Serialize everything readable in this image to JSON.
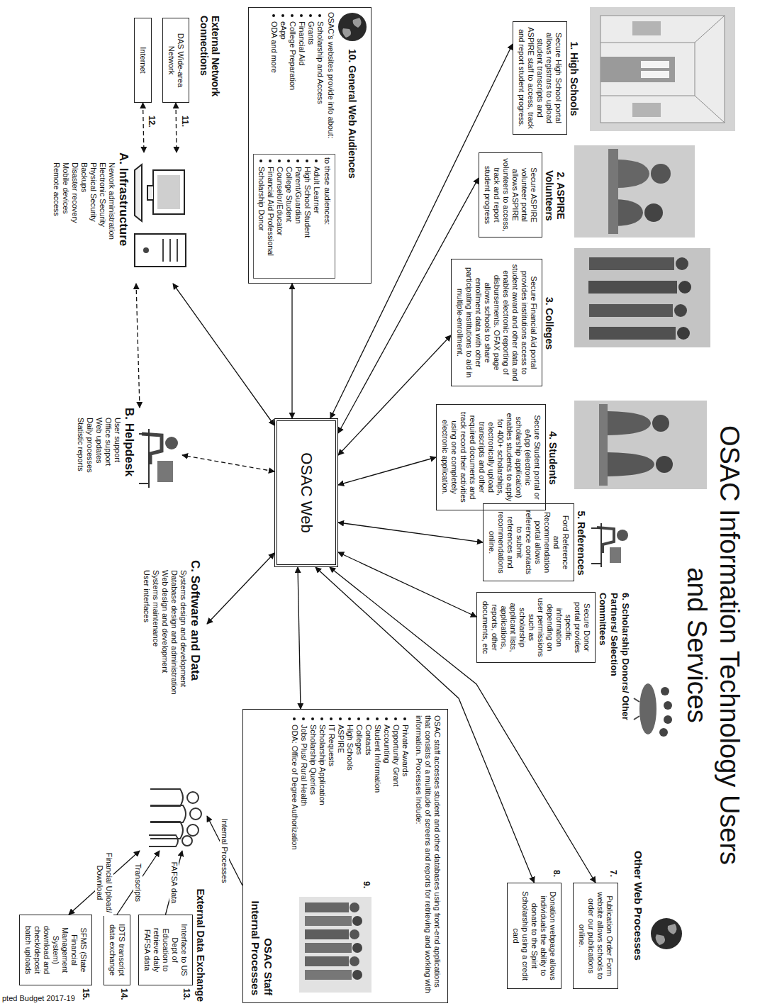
{
  "diagram": {
    "title": "OSAC Information Technology Users and Services",
    "nodes": [
      {
        "text": [
          "1. High Schools",
          "Secure High School portal allows registrars to upload student transcripts and ASPIRE staff to access, track and report student progress."
        ]
      },
      {
        "text": [
          "2. ASPIRE Volunteers",
          "Secure ASPIRE volunteer portal allows ASPIRE volunteers to access, track and report student progress"
        ]
      },
      {
        "text": [
          "3. Colleges",
          "Secure Financial Aid portal provides institutions access to student award and other data and enables electronic reporting of disbursements. OFAX page allows schools to share enrollment data with other participating institutions to aid in multiple-enrollment."
        ]
      },
      {
        "text": [
          "4. Students",
          "Secure Student portal or eApp (electronic scholarship application) enables students to apply for 400+ scholarships, electronically upload transcripts and other required documents and track record their activities using one completely electronic application."
        ]
      },
      {
        "text": [
          "5. References",
          "Ford Reference and Recommendation portal allows reference contacts to submit references and recommendations online."
        ]
      },
      {
        "text": [
          "6. Scholarship Donors/ Other Partners/ Selection Committees",
          "Secure Donor portal provides specific information depending on user permissions such as scholarship applicant lists, applications, reports, other documents, etc"
        ]
      },
      {
        "text": [
          "Publication Order Form website allows schools to order our publications online."
        ]
      },
      {
        "text": [
          "Donation webpage allows individuals the ability to donate to the Spirit Scholarship using a credit card"
        ]
      },
      {
        "text": [
          "10. General Web Audiences",
          "OSAC's websites provide info about:",
          "Scholarship and Access",
          "Grants",
          "Financial Aid",
          "College Preparation",
          "eApp",
          "ODA and more",
          "to these audiences:",
          "Adult Learner",
          "High School Student",
          "Parent/Guardian",
          "College Student",
          "Counselor/Educator",
          "Financial Aid Professional",
          "Scholarship Donor"
        ]
      },
      {
        "text": [
          "OSAC Web"
        ]
      },
      {
        "text": [
          "OSAC staff accesses student and other databases using front-end applications that consists of a multitude of screens and reports for retrieving and working with information. Processes Include:",
          "Private Awards",
          "Opportunity Grant",
          "Accounting",
          "Student Information",
          "Contacts",
          "Colleges",
          "High Schools",
          "ASPIRE",
          "IT Requests",
          "Scholarship Application",
          "Scholarship Queries",
          "Jobs Plus/ Rural Health",
          "ODA: Office of Degree Authorization",
          "OSAC Staff",
          "Internal Processes"
        ]
      },
      {
        "text": [
          "DAS Wide-area Network"
        ]
      },
      {
        "text": [
          "Internet"
        ]
      },
      {
        "text": [
          "A. Infrastructure",
          "Nework administration",
          "Electronic Security",
          "Physical Security",
          "Backups",
          "Disaster recovery",
          "Mobile devices",
          "Remote access"
        ]
      },
      {
        "text": [
          "B. Helpdesk",
          "User support",
          "Office support",
          "Web updates",
          "Daily processes",
          "Statistic reports"
        ]
      },
      {
        "text": [
          "C. Software and Data",
          "Systems design and development",
          "Database design and administration",
          "Web design and development",
          "Systems maintenance",
          "User interfaces"
        ]
      },
      {
        "text": [
          "Interface to US Dept of Education to retrieve daily FAFSA data"
        ]
      },
      {
        "text": [
          "IDTS transcript data exchange"
        ]
      },
      {
        "text": [
          "SFMS (State Financial Management System) download and check/deposit batch uploads"
        ]
      }
    ],
    "edges": [
      {
        "from": 0,
        "to": 9,
        "arrow": "both"
      },
      {
        "from": 1,
        "to": 9,
        "arrow": "both"
      },
      {
        "from": 2,
        "to": 9,
        "arrow": "both"
      },
      {
        "from": 3,
        "to": 9,
        "arrow": "both"
      },
      {
        "from": 4,
        "to": 9,
        "arrow": "both"
      },
      {
        "from": 5,
        "to": 9,
        "arrow": "both"
      },
      {
        "from": 9,
        "to": 6,
        "arrow": "both"
      },
      {
        "from": 9,
        "to": 7,
        "arrow": "both"
      },
      {
        "from": 9,
        "to": 10,
        "arrow": "both"
      },
      {
        "from": 9,
        "to": 8,
        "arrow": "both"
      },
      {
        "from": 9,
        "to": 13,
        "arrow": "both"
      },
      {
        "from": 9,
        "to": 14,
        "arrow": "both"
      },
      {
        "from": 9,
        "to": 15,
        "arrow": "both"
      },
      {
        "from": 10,
        "to": 15,
        "label": "Internal Processes",
        "arrow": "to"
      },
      {
        "from": 16,
        "to": 15,
        "label": "FAFSA data",
        "arrow": "to"
      },
      {
        "from": 17,
        "to": 15,
        "label": "Transcripts",
        "arrow": "to"
      },
      {
        "from": 18,
        "to": 15,
        "label": "Financial Upload/ Download",
        "arrow": "both"
      },
      {
        "from": 11,
        "to": 13,
        "arrow": "both"
      },
      {
        "from": 12,
        "to": 13,
        "arrow": "both"
      },
      {
        "from": 14,
        "to": 13,
        "arrow": "both"
      }
    ],
    "labels": [
      "Other Web Processes",
      "7.",
      "8.",
      "9.",
      "External Data Exchange",
      "13.",
      "14.",
      "15.",
      "External Network Connections",
      "11.",
      "12.",
      "pted Budget 2017-19"
    ]
  }
}
